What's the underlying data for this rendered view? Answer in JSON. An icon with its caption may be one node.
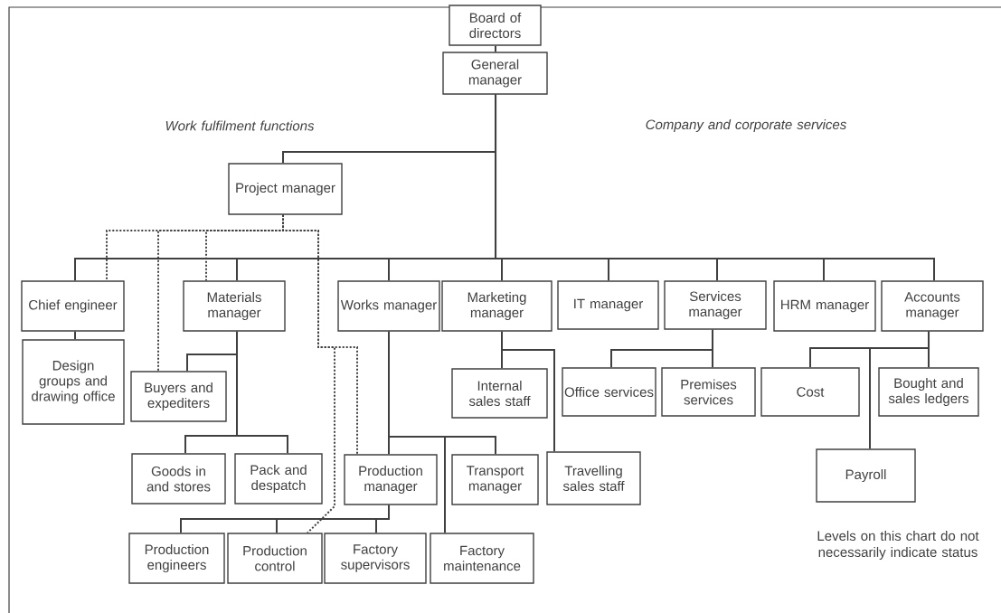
{
  "diagram": {
    "nodes": [
      {
        "text": [
          "Board of directors"
        ]
      },
      {
        "text": [
          "General manager"
        ]
      },
      {
        "text": [
          "Project manager"
        ]
      },
      {
        "text": [
          "Chief engineer"
        ]
      },
      {
        "text": [
          "Materials manager"
        ]
      },
      {
        "text": [
          "Works manager"
        ]
      },
      {
        "text": [
          "Marketing manager"
        ]
      },
      {
        "text": [
          "IT manager"
        ]
      },
      {
        "text": [
          "Services manager"
        ]
      },
      {
        "text": [
          "HRM manager"
        ]
      },
      {
        "text": [
          "Accounts manager"
        ]
      },
      {
        "text": [
          "Design groups and drawing office"
        ]
      },
      {
        "text": [
          "Buyers and expediters"
        ]
      },
      {
        "text": [
          "Internal sales staff"
        ]
      },
      {
        "text": [
          "Office services"
        ]
      },
      {
        "text": [
          "Premises services"
        ]
      },
      {
        "text": [
          "Cost"
        ]
      },
      {
        "text": [
          "Bought and sales ledgers"
        ]
      },
      {
        "text": [
          "Goods in and stores"
        ]
      },
      {
        "text": [
          "Pack and despatch"
        ]
      },
      {
        "text": [
          "Production manager"
        ]
      },
      {
        "text": [
          "Transport manager"
        ]
      },
      {
        "text": [
          "Travelling sales staff"
        ]
      },
      {
        "text": [
          "Payroll"
        ]
      },
      {
        "text": [
          "Production engineers"
        ]
      },
      {
        "text": [
          "Production control"
        ]
      },
      {
        "text": [
          "Factory supervisors"
        ]
      },
      {
        "text": [
          "Factory maintenance"
        ]
      }
    ],
    "edges": [
      {
        "from": 0,
        "to": 1,
        "arrow": "none"
      },
      {
        "from": 1,
        "to": 2,
        "arrow": "none"
      },
      {
        "from": 1,
        "to": 3,
        "arrow": "none"
      },
      {
        "from": 1,
        "to": 4,
        "arrow": "none"
      },
      {
        "from": 1,
        "to": 5,
        "arrow": "none"
      },
      {
        "from": 1,
        "to": 6,
        "arrow": "none"
      },
      {
        "from": 1,
        "to": 7,
        "arrow": "none"
      },
      {
        "from": 1,
        "to": 8,
        "arrow": "none"
      },
      {
        "from": 1,
        "to": 9,
        "arrow": "none"
      },
      {
        "from": 1,
        "to": 10,
        "arrow": "none"
      },
      {
        "from": 3,
        "to": 11,
        "arrow": "none"
      },
      {
        "from": 4,
        "to": 12,
        "arrow": "none"
      },
      {
        "from": 4,
        "to": 18,
        "arrow": "none"
      },
      {
        "from": 4,
        "to": 19,
        "arrow": "none"
      },
      {
        "from": 5,
        "to": 20,
        "arrow": "none"
      },
      {
        "from": 5,
        "to": 21,
        "arrow": "none"
      },
      {
        "from": 5,
        "to": 27,
        "arrow": "none"
      },
      {
        "from": 20,
        "to": 24,
        "arrow": "none"
      },
      {
        "from": 20,
        "to": 25,
        "arrow": "none"
      },
      {
        "from": 20,
        "to": 26,
        "arrow": "none"
      },
      {
        "from": 6,
        "to": 13,
        "arrow": "none"
      },
      {
        "from": 6,
        "to": 22,
        "arrow": "none"
      },
      {
        "from": 8,
        "to": 14,
        "arrow": "none"
      },
      {
        "from": 8,
        "to": 15,
        "arrow": "none"
      },
      {
        "from": 10,
        "to": 16,
        "arrow": "none"
      },
      {
        "from": 10,
        "to": 23,
        "arrow": "none"
      },
      {
        "from": 10,
        "to": 17,
        "arrow": "none"
      },
      {
        "from": 2,
        "to": 3,
        "arrow": "none",
        "style": "dashed"
      },
      {
        "from": 2,
        "to": 12,
        "arrow": "none",
        "style": "dashed"
      },
      {
        "from": 2,
        "to": 4,
        "arrow": "none",
        "style": "dashed"
      },
      {
        "from": 2,
        "to": 20,
        "arrow": "none",
        "style": "dashed"
      },
      {
        "from": 2,
        "to": 25,
        "arrow": "none",
        "style": "dashed"
      }
    ],
    "labels": [
      "Work fulfilment functions",
      "Company and corporate services",
      "Levels on this chart do not necessarily indicate status"
    ]
  }
}
